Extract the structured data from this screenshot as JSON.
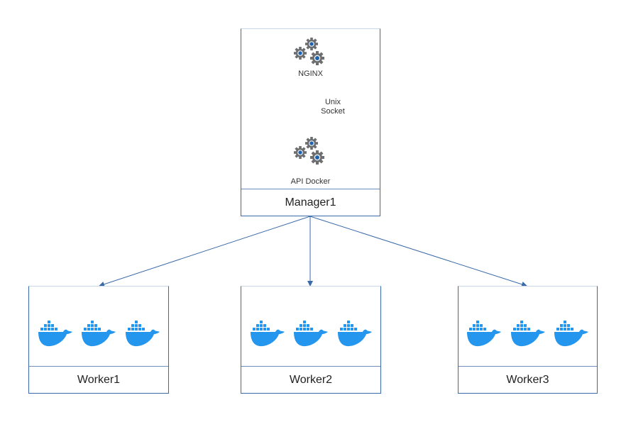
{
  "manager": {
    "title": "Manager1",
    "services": [
      {
        "label": "NGINX",
        "icon": "gears-icon"
      },
      {
        "label": "API Docker",
        "icon": "gears-icon"
      }
    ],
    "link_label_line1": "Unix",
    "link_label_line2": "Socket"
  },
  "workers": [
    {
      "title": "Worker1",
      "containers": 3
    },
    {
      "title": "Worker2",
      "containers": 3
    },
    {
      "title": "Worker3",
      "containers": 3
    }
  ],
  "colors": {
    "border": "#3a6aa8",
    "arrow": "#3a6aa8",
    "docker_blue": "#2496ed",
    "gear_gray": "#6d6e70",
    "gear_center": "#1f63b0"
  }
}
